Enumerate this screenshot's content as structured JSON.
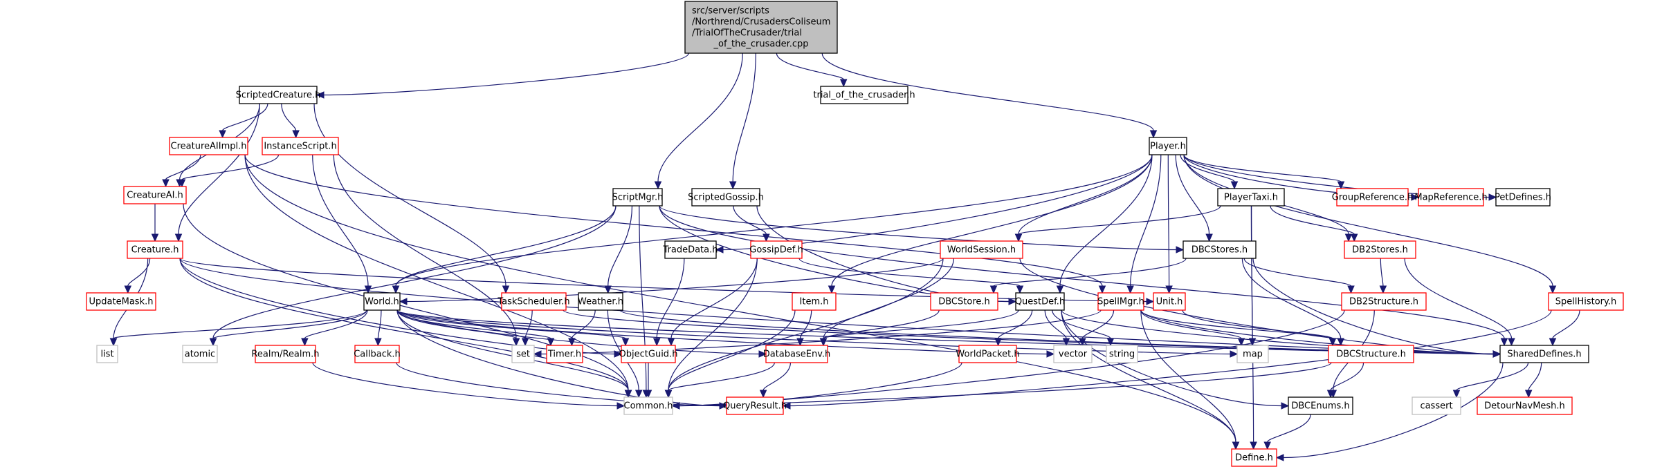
{
  "diagram": {
    "title": "Include dependency graph for trial_of_the_crusader.cpp",
    "colors": {
      "edge": "#191970",
      "root_fill": "#bfbfbf",
      "documented_border": "#000000",
      "undocumented_border": "#ff0000",
      "external_border": "#bfbfbf"
    },
    "nodes": [
      {
        "id": "root",
        "lines": [
          "src/server/scripts",
          "/Northrend/CrusadersColiseum",
          "/TrialOfTheCrusader/trial",
          "_of_the_crusader.cpp"
        ],
        "style": "root"
      },
      {
        "id": "ScriptedCreature",
        "lines": [
          "ScriptedCreature.h"
        ],
        "style": "black"
      },
      {
        "id": "trial_h",
        "lines": [
          "trial_of_the_crusader.h"
        ],
        "style": "black"
      },
      {
        "id": "CreatureAIImpl",
        "lines": [
          "CreatureAIImpl.h"
        ],
        "style": "red"
      },
      {
        "id": "InstanceScript",
        "lines": [
          "InstanceScript.h"
        ],
        "style": "red"
      },
      {
        "id": "CreatureAI",
        "lines": [
          "CreatureAI.h"
        ],
        "style": "red"
      },
      {
        "id": "Creature",
        "lines": [
          "Creature.h"
        ],
        "style": "red"
      },
      {
        "id": "UpdateMask",
        "lines": [
          "UpdateMask.h"
        ],
        "style": "red"
      },
      {
        "id": "Player",
        "lines": [
          "Player.h"
        ],
        "style": "black"
      },
      {
        "id": "ScriptMgr",
        "lines": [
          "ScriptMgr.h"
        ],
        "style": "black"
      },
      {
        "id": "ScriptedGossip",
        "lines": [
          "ScriptedGossip.h"
        ],
        "style": "black"
      },
      {
        "id": "PlayerTaxi",
        "lines": [
          "PlayerTaxi.h"
        ],
        "style": "black"
      },
      {
        "id": "GroupReference",
        "lines": [
          "GroupReference.h"
        ],
        "style": "red"
      },
      {
        "id": "MapReference",
        "lines": [
          "MapReference.h"
        ],
        "style": "red"
      },
      {
        "id": "PetDefines",
        "lines": [
          "PetDefines.h"
        ],
        "style": "black"
      },
      {
        "id": "TradeData",
        "lines": [
          "TradeData.h"
        ],
        "style": "black"
      },
      {
        "id": "GossipDef",
        "lines": [
          "GossipDef.h"
        ],
        "style": "red"
      },
      {
        "id": "WorldSession",
        "lines": [
          "WorldSession.h"
        ],
        "style": "red"
      },
      {
        "id": "DBCStores",
        "lines": [
          "DBCStores.h"
        ],
        "style": "black"
      },
      {
        "id": "DB2Stores",
        "lines": [
          "DB2Stores.h"
        ],
        "style": "red"
      },
      {
        "id": "World",
        "lines": [
          "World.h"
        ],
        "style": "black"
      },
      {
        "id": "TaskScheduler",
        "lines": [
          "TaskScheduler.h"
        ],
        "style": "red"
      },
      {
        "id": "Weather",
        "lines": [
          "Weather.h"
        ],
        "style": "black"
      },
      {
        "id": "Item",
        "lines": [
          "Item.h"
        ],
        "style": "red"
      },
      {
        "id": "DBCStore",
        "lines": [
          "DBCStore.h"
        ],
        "style": "red"
      },
      {
        "id": "QuestDef",
        "lines": [
          "QuestDef.h"
        ],
        "style": "black"
      },
      {
        "id": "SpellMgr",
        "lines": [
          "SpellMgr.h"
        ],
        "style": "red"
      },
      {
        "id": "Unit",
        "lines": [
          "Unit.h"
        ],
        "style": "red"
      },
      {
        "id": "DB2Structure",
        "lines": [
          "DB2Structure.h"
        ],
        "style": "red"
      },
      {
        "id": "SpellHistory",
        "lines": [
          "SpellHistory.h"
        ],
        "style": "red"
      },
      {
        "id": "list",
        "lines": [
          "list"
        ],
        "style": "gray"
      },
      {
        "id": "atomic",
        "lines": [
          "atomic"
        ],
        "style": "gray"
      },
      {
        "id": "RealmRealm",
        "lines": [
          "Realm/Realm.h"
        ],
        "style": "red"
      },
      {
        "id": "Callback",
        "lines": [
          "Callback.h"
        ],
        "style": "red"
      },
      {
        "id": "set",
        "lines": [
          "set"
        ],
        "style": "gray"
      },
      {
        "id": "Timer",
        "lines": [
          "Timer.h"
        ],
        "style": "red"
      },
      {
        "id": "ObjectGuid",
        "lines": [
          "ObjectGuid.h"
        ],
        "style": "red"
      },
      {
        "id": "DatabaseEnv",
        "lines": [
          "DatabaseEnv.h"
        ],
        "style": "red"
      },
      {
        "id": "WorldPacket",
        "lines": [
          "WorldPacket.h"
        ],
        "style": "red"
      },
      {
        "id": "vector",
        "lines": [
          "vector"
        ],
        "style": "gray"
      },
      {
        "id": "string",
        "lines": [
          "string"
        ],
        "style": "gray"
      },
      {
        "id": "map",
        "lines": [
          "map"
        ],
        "style": "gray"
      },
      {
        "id": "DBCStructure",
        "lines": [
          "DBCStructure.h"
        ],
        "style": "red"
      },
      {
        "id": "SharedDefines",
        "lines": [
          "SharedDefines.h"
        ],
        "style": "black"
      },
      {
        "id": "Common",
        "lines": [
          "Common.h"
        ],
        "style": "gray"
      },
      {
        "id": "QueryResult",
        "lines": [
          "QueryResult.h"
        ],
        "style": "red"
      },
      {
        "id": "DBCEnums",
        "lines": [
          "DBCEnums.h"
        ],
        "style": "black"
      },
      {
        "id": "cassert",
        "lines": [
          "cassert"
        ],
        "style": "gray"
      },
      {
        "id": "DetourNavMesh",
        "lines": [
          "DetourNavMesh.h"
        ],
        "style": "red"
      },
      {
        "id": "Define",
        "lines": [
          "Define.h"
        ],
        "style": "red"
      }
    ],
    "edges": [
      [
        "root",
        "ScriptedCreature"
      ],
      [
        "root",
        "ScriptMgr"
      ],
      [
        "root",
        "ScriptedGossip"
      ],
      [
        "root",
        "Player"
      ],
      [
        "root",
        "trial_h"
      ],
      [
        "ScriptedCreature",
        "CreatureAIImpl"
      ],
      [
        "ScriptedCreature",
        "InstanceScript"
      ],
      [
        "ScriptedCreature",
        "CreatureAI"
      ],
      [
        "ScriptedCreature",
        "Creature"
      ],
      [
        "ScriptedCreature",
        "TaskScheduler"
      ],
      [
        "CreatureAIImpl",
        "CreatureAI"
      ],
      [
        "CreatureAIImpl",
        "Common"
      ],
      [
        "CreatureAIImpl",
        "Define"
      ],
      [
        "CreatureAIImpl",
        "SpellMgr"
      ],
      [
        "InstanceScript",
        "CreatureAI"
      ],
      [
        "InstanceScript",
        "World"
      ],
      [
        "InstanceScript",
        "set"
      ],
      [
        "CreatureAI",
        "Creature"
      ],
      [
        "CreatureAI",
        "Common"
      ],
      [
        "Creature",
        "UpdateMask"
      ],
      [
        "Creature",
        "list"
      ],
      [
        "Creature",
        "Common"
      ],
      [
        "Creature",
        "Unit"
      ],
      [
        "Creature",
        "SharedDefines"
      ],
      [
        "Creature",
        "ObjectGuid"
      ],
      [
        "ScriptMgr",
        "World"
      ],
      [
        "ScriptMgr",
        "Weather"
      ],
      [
        "ScriptMgr",
        "Common"
      ],
      [
        "ScriptMgr",
        "atomic"
      ],
      [
        "ScriptMgr",
        "QuestDef"
      ],
      [
        "ScriptMgr",
        "DBCStores"
      ],
      [
        "ScriptMgr",
        "SharedDefines"
      ],
      [
        "ScriptedGossip",
        "GossipDef"
      ],
      [
        "ScriptedGossip",
        "QuestDef"
      ],
      [
        "Player",
        "PlayerTaxi"
      ],
      [
        "Player",
        "GroupReference"
      ],
      [
        "Player",
        "MapReference"
      ],
      [
        "Player",
        "PetDefines"
      ],
      [
        "Player",
        "TradeData"
      ],
      [
        "Player",
        "WorldSession"
      ],
      [
        "Player",
        "DBCStores"
      ],
      [
        "Player",
        "DB2Stores"
      ],
      [
        "Player",
        "Item"
      ],
      [
        "Player",
        "QuestDef"
      ],
      [
        "Player",
        "SpellMgr"
      ],
      [
        "Player",
        "Unit"
      ],
      [
        "Player",
        "SpellHistory"
      ],
      [
        "Player",
        "World"
      ],
      [
        "PlayerTaxi",
        "WorldSession"
      ],
      [
        "PlayerTaxi",
        "DB2Stores"
      ],
      [
        "PlayerTaxi",
        "map"
      ],
      [
        "PlayerTaxi",
        "Define"
      ],
      [
        "TradeData",
        "ObjectGuid"
      ],
      [
        "GossipDef",
        "QuestDef"
      ],
      [
        "GossipDef",
        "ObjectGuid"
      ],
      [
        "GossipDef",
        "Common"
      ],
      [
        "WorldSession",
        "World"
      ],
      [
        "WorldSession",
        "DatabaseEnv"
      ],
      [
        "WorldSession",
        "Common"
      ],
      [
        "WorldSession",
        "SharedDefines"
      ],
      [
        "DBCStores",
        "DBCStore"
      ],
      [
        "DBCStores",
        "DB2Structure"
      ],
      [
        "DBCStores",
        "DBCStructure"
      ],
      [
        "DBCStores",
        "SharedDefines"
      ],
      [
        "DB2Stores",
        "DB2Structure"
      ],
      [
        "DB2Stores",
        "SharedDefines"
      ],
      [
        "DB2Structure",
        "DBCEnums"
      ],
      [
        "DB2Structure",
        "Common"
      ],
      [
        "World",
        "list"
      ],
      [
        "World",
        "atomic"
      ],
      [
        "World",
        "RealmRealm"
      ],
      [
        "World",
        "Callback"
      ],
      [
        "World",
        "set"
      ],
      [
        "World",
        "Timer"
      ],
      [
        "World",
        "ObjectGuid"
      ],
      [
        "World",
        "DatabaseEnv"
      ],
      [
        "World",
        "Common"
      ],
      [
        "World",
        "QueryResult"
      ],
      [
        "World",
        "vector"
      ],
      [
        "World",
        "map"
      ],
      [
        "World",
        "SharedDefines"
      ],
      [
        "TaskScheduler",
        "set"
      ],
      [
        "TaskScheduler",
        "SharedDefines"
      ],
      [
        "Weather",
        "Timer"
      ],
      [
        "Weather",
        "Common"
      ],
      [
        "Weather",
        "SharedDefines"
      ],
      [
        "Item",
        "DatabaseEnv"
      ],
      [
        "Item",
        "Common"
      ],
      [
        "DBCStore",
        "DatabaseEnv"
      ],
      [
        "QuestDef",
        "DatabaseEnv"
      ],
      [
        "QuestDef",
        "WorldPacket"
      ],
      [
        "QuestDef",
        "vector"
      ],
      [
        "QuestDef",
        "string"
      ],
      [
        "QuestDef",
        "SharedDefines"
      ],
      [
        "QuestDef",
        "DBCEnums"
      ],
      [
        "QuestDef",
        "Define"
      ],
      [
        "SpellMgr",
        "vector"
      ],
      [
        "SpellMgr",
        "map"
      ],
      [
        "SpellMgr",
        "DBCStructure"
      ],
      [
        "SpellMgr",
        "SharedDefines"
      ],
      [
        "SpellMgr",
        "Define"
      ],
      [
        "SpellMgr",
        "set"
      ],
      [
        "Unit",
        "DBCStructure"
      ],
      [
        "SpellHistory",
        "SharedDefines"
      ],
      [
        "SpellHistory",
        "QueryResult"
      ],
      [
        "RealmRealm",
        "Common"
      ],
      [
        "Callback",
        "QueryResult"
      ],
      [
        "ObjectGuid",
        "Common"
      ],
      [
        "DatabaseEnv",
        "Common"
      ],
      [
        "DatabaseEnv",
        "QueryResult"
      ],
      [
        "WorldPacket",
        "Common"
      ],
      [
        "DBCStructure",
        "DBCEnums"
      ],
      [
        "DBCStructure",
        "Common"
      ],
      [
        "SharedDefines",
        "cassert"
      ],
      [
        "SharedDefines",
        "DetourNavMesh"
      ],
      [
        "SharedDefines",
        "Define"
      ],
      [
        "DBCEnums",
        "Define"
      ]
    ]
  }
}
